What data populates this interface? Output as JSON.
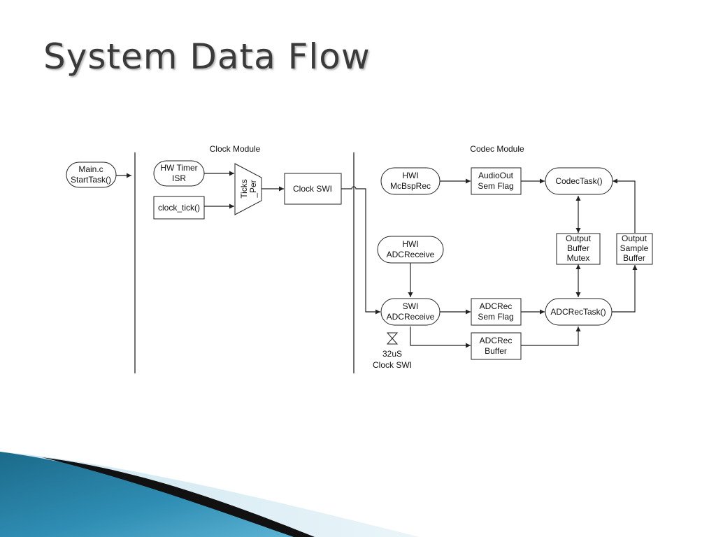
{
  "slide": {
    "title": "System Data Flow"
  },
  "diagram": {
    "sections": [
      {
        "id": "clock",
        "label": "Clock Module"
      },
      {
        "id": "codec",
        "label": "Codec Module"
      }
    ],
    "nodes": [
      {
        "id": "main",
        "shape": "rounded",
        "lines": [
          "Main.c",
          "StartTask()"
        ]
      },
      {
        "id": "hwtimer",
        "shape": "rounded",
        "lines": [
          "HW Timer",
          "ISR"
        ]
      },
      {
        "id": "clocktick",
        "shape": "rect",
        "lines": [
          "clock_tick()"
        ]
      },
      {
        "id": "ticksper",
        "shape": "trapezoid",
        "lines": [
          "Ticks",
          "_Per"
        ]
      },
      {
        "id": "clockswi",
        "shape": "rect",
        "lines": [
          "Clock SWI"
        ]
      },
      {
        "id": "hwimcbsp",
        "shape": "rounded",
        "lines": [
          "HWI",
          "McBspRec"
        ]
      },
      {
        "id": "audioout",
        "shape": "rect",
        "lines": [
          "AudioOut",
          "Sem Flag"
        ]
      },
      {
        "id": "codectask",
        "shape": "rounded",
        "lines": [
          "CodecTask()"
        ]
      },
      {
        "id": "outbufmutex",
        "shape": "rect",
        "lines": [
          "Output",
          "Buffer",
          "Mutex"
        ]
      },
      {
        "id": "outsamplebuf",
        "shape": "rect",
        "lines": [
          "Output",
          "Sample",
          "Buffer"
        ]
      },
      {
        "id": "hwiadc",
        "shape": "rounded",
        "lines": [
          "HWI",
          "ADCReceive"
        ]
      },
      {
        "id": "swiadc",
        "shape": "rounded",
        "lines": [
          "SWI",
          "ADCReceive"
        ]
      },
      {
        "id": "adcsem",
        "shape": "rect",
        "lines": [
          "ADCRec",
          "Sem Flag"
        ]
      },
      {
        "id": "adctask",
        "shape": "rounded",
        "lines": [
          "ADCRecTask()"
        ]
      },
      {
        "id": "adcbuf",
        "shape": "rect",
        "lines": [
          "ADCRec",
          "Buffer"
        ]
      }
    ],
    "edges": [
      {
        "id": "main-to-divider"
      },
      {
        "id": "hwtimer-to-ticksper"
      },
      {
        "id": "clocktick-to-ticksper"
      },
      {
        "id": "ticksper-to-clockswi"
      },
      {
        "id": "clockswi-to-swiadc"
      },
      {
        "id": "hwimcbsp-to-audioout"
      },
      {
        "id": "audioout-to-codectask"
      },
      {
        "id": "codectask-mutex"
      },
      {
        "id": "mutex-adctask"
      },
      {
        "id": "hwiadc-to-swiadc"
      },
      {
        "id": "swiadc-to-adcsem"
      },
      {
        "id": "adcsem-to-adctask"
      },
      {
        "id": "swiadc-to-adcbuf"
      },
      {
        "id": "adcbuf-to-adctask"
      },
      {
        "id": "adctask-to-outsamplebuf"
      },
      {
        "id": "outsamplebuf-to-codectask"
      }
    ],
    "annotation": {
      "icon": "hourglass-icon",
      "lines": [
        "32uS",
        "Clock SWI"
      ]
    }
  }
}
